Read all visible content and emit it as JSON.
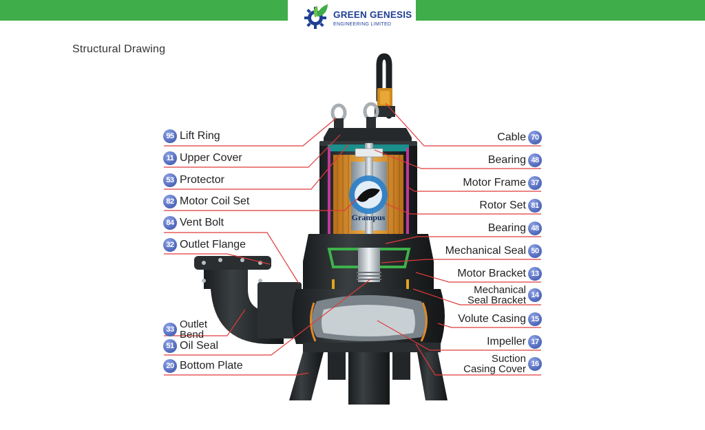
{
  "header": {
    "brand_name": "GREEN GENESIS",
    "brand_subtitle": "ENGINEERING LIMITED",
    "colors": {
      "bar": "#3fad49",
      "brand_text": "#1f3f94",
      "gear": "#1f3f94",
      "leaf": "#3fad49"
    }
  },
  "page_title": "Structural Drawing",
  "pump": {
    "nameplate": "Grampus"
  },
  "labels_left": [
    {
      "num": "95",
      "text": "Lift Ring"
    },
    {
      "num": "11",
      "text": "Upper Cover"
    },
    {
      "num": "53",
      "text": "Protector"
    },
    {
      "num": "82",
      "text": "Motor Coil Set"
    },
    {
      "num": "84",
      "text": "Vent Bolt"
    },
    {
      "num": "32",
      "text": "Outlet Flange"
    },
    {
      "num": "33",
      "text": "Outlet\nBend"
    },
    {
      "num": "51",
      "text": "Oil Seal"
    },
    {
      "num": "20",
      "text": "Bottom Plate"
    }
  ],
  "labels_right": [
    {
      "num": "70",
      "text": "Cable"
    },
    {
      "num": "48",
      "text": "Bearing"
    },
    {
      "num": "37",
      "text": "Motor Frame"
    },
    {
      "num": "81",
      "text": "Rotor Set"
    },
    {
      "num": "48",
      "text": "Bearing"
    },
    {
      "num": "50",
      "text": "Mechanical Seal"
    },
    {
      "num": "13",
      "text": "Motor Bracket"
    },
    {
      "num": "14",
      "text": "Mechanical\nSeal Bracket"
    },
    {
      "num": "15",
      "text": "Volute Casing"
    },
    {
      "num": "17",
      "text": "Impeller"
    },
    {
      "num": "16",
      "text": "Suction\nCasing Cover"
    }
  ],
  "colors": {
    "leader_line": "#e03a3a",
    "badge": "#5a70c4"
  }
}
